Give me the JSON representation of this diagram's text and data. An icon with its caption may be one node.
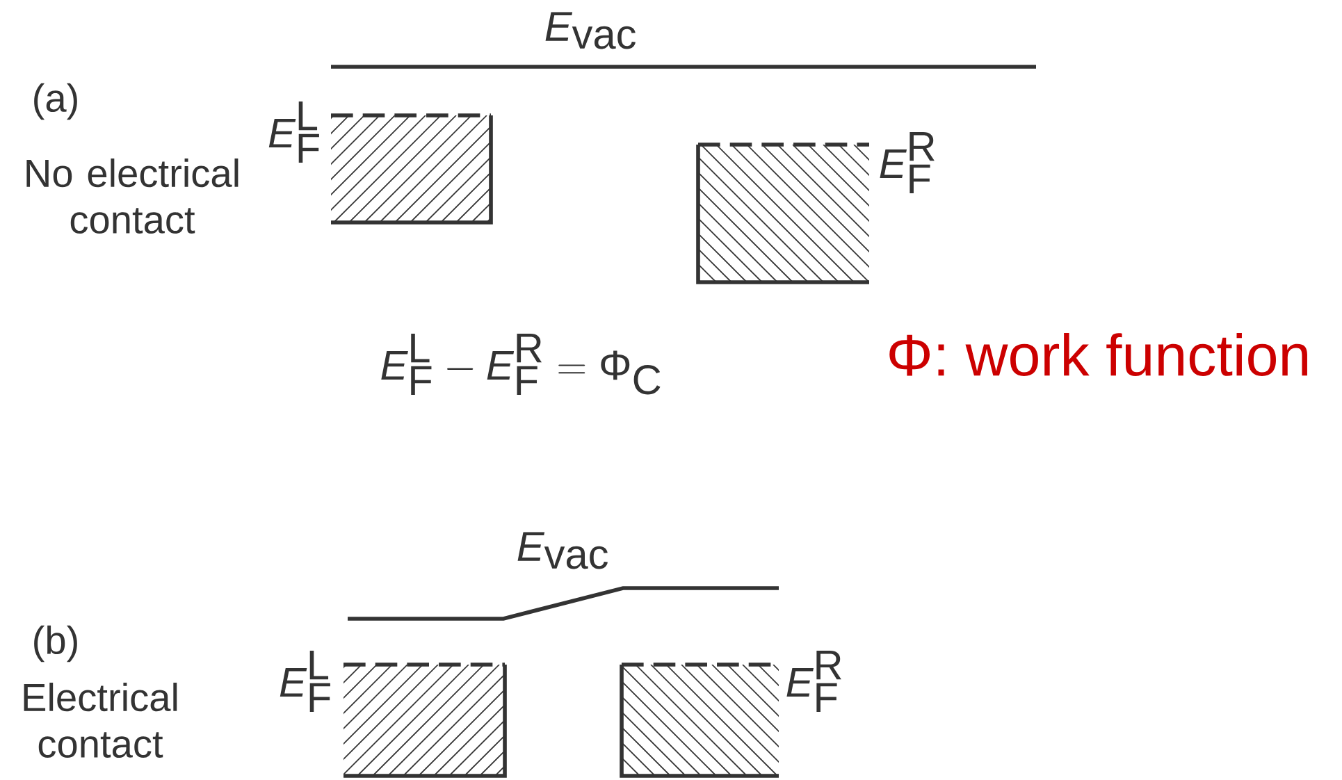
{
  "diagram": {
    "labels": [
      "\\textit{E}_{\\textrm{vac}}",
      "(a)",
      "\\textit{E}_{\\textrm{F}}^{\\textrm{L}}",
      "No electrical contact",
      "\\textit{E}_{\\textrm{F}}^{\\textrm{R}}",
      "\\textit{E}_{\\textrm{F}}^{\\textrm{L}} - \\textit{E}_{\\textrm{F}}^{\\textrm{R}} = \\textrm{Φ}_{\\textrm{C}}",
      "Φ: work function",
      "\\textit{E}_{\\textrm{vac}}",
      "(b)",
      "\\textit{E}_{\\textrm{F}}^{\\textrm{L}}",
      "\\textit{E}_{\\textrm{F}}^{\\textrm{R}}",
      "Electrical contact"
    ]
  }
}
